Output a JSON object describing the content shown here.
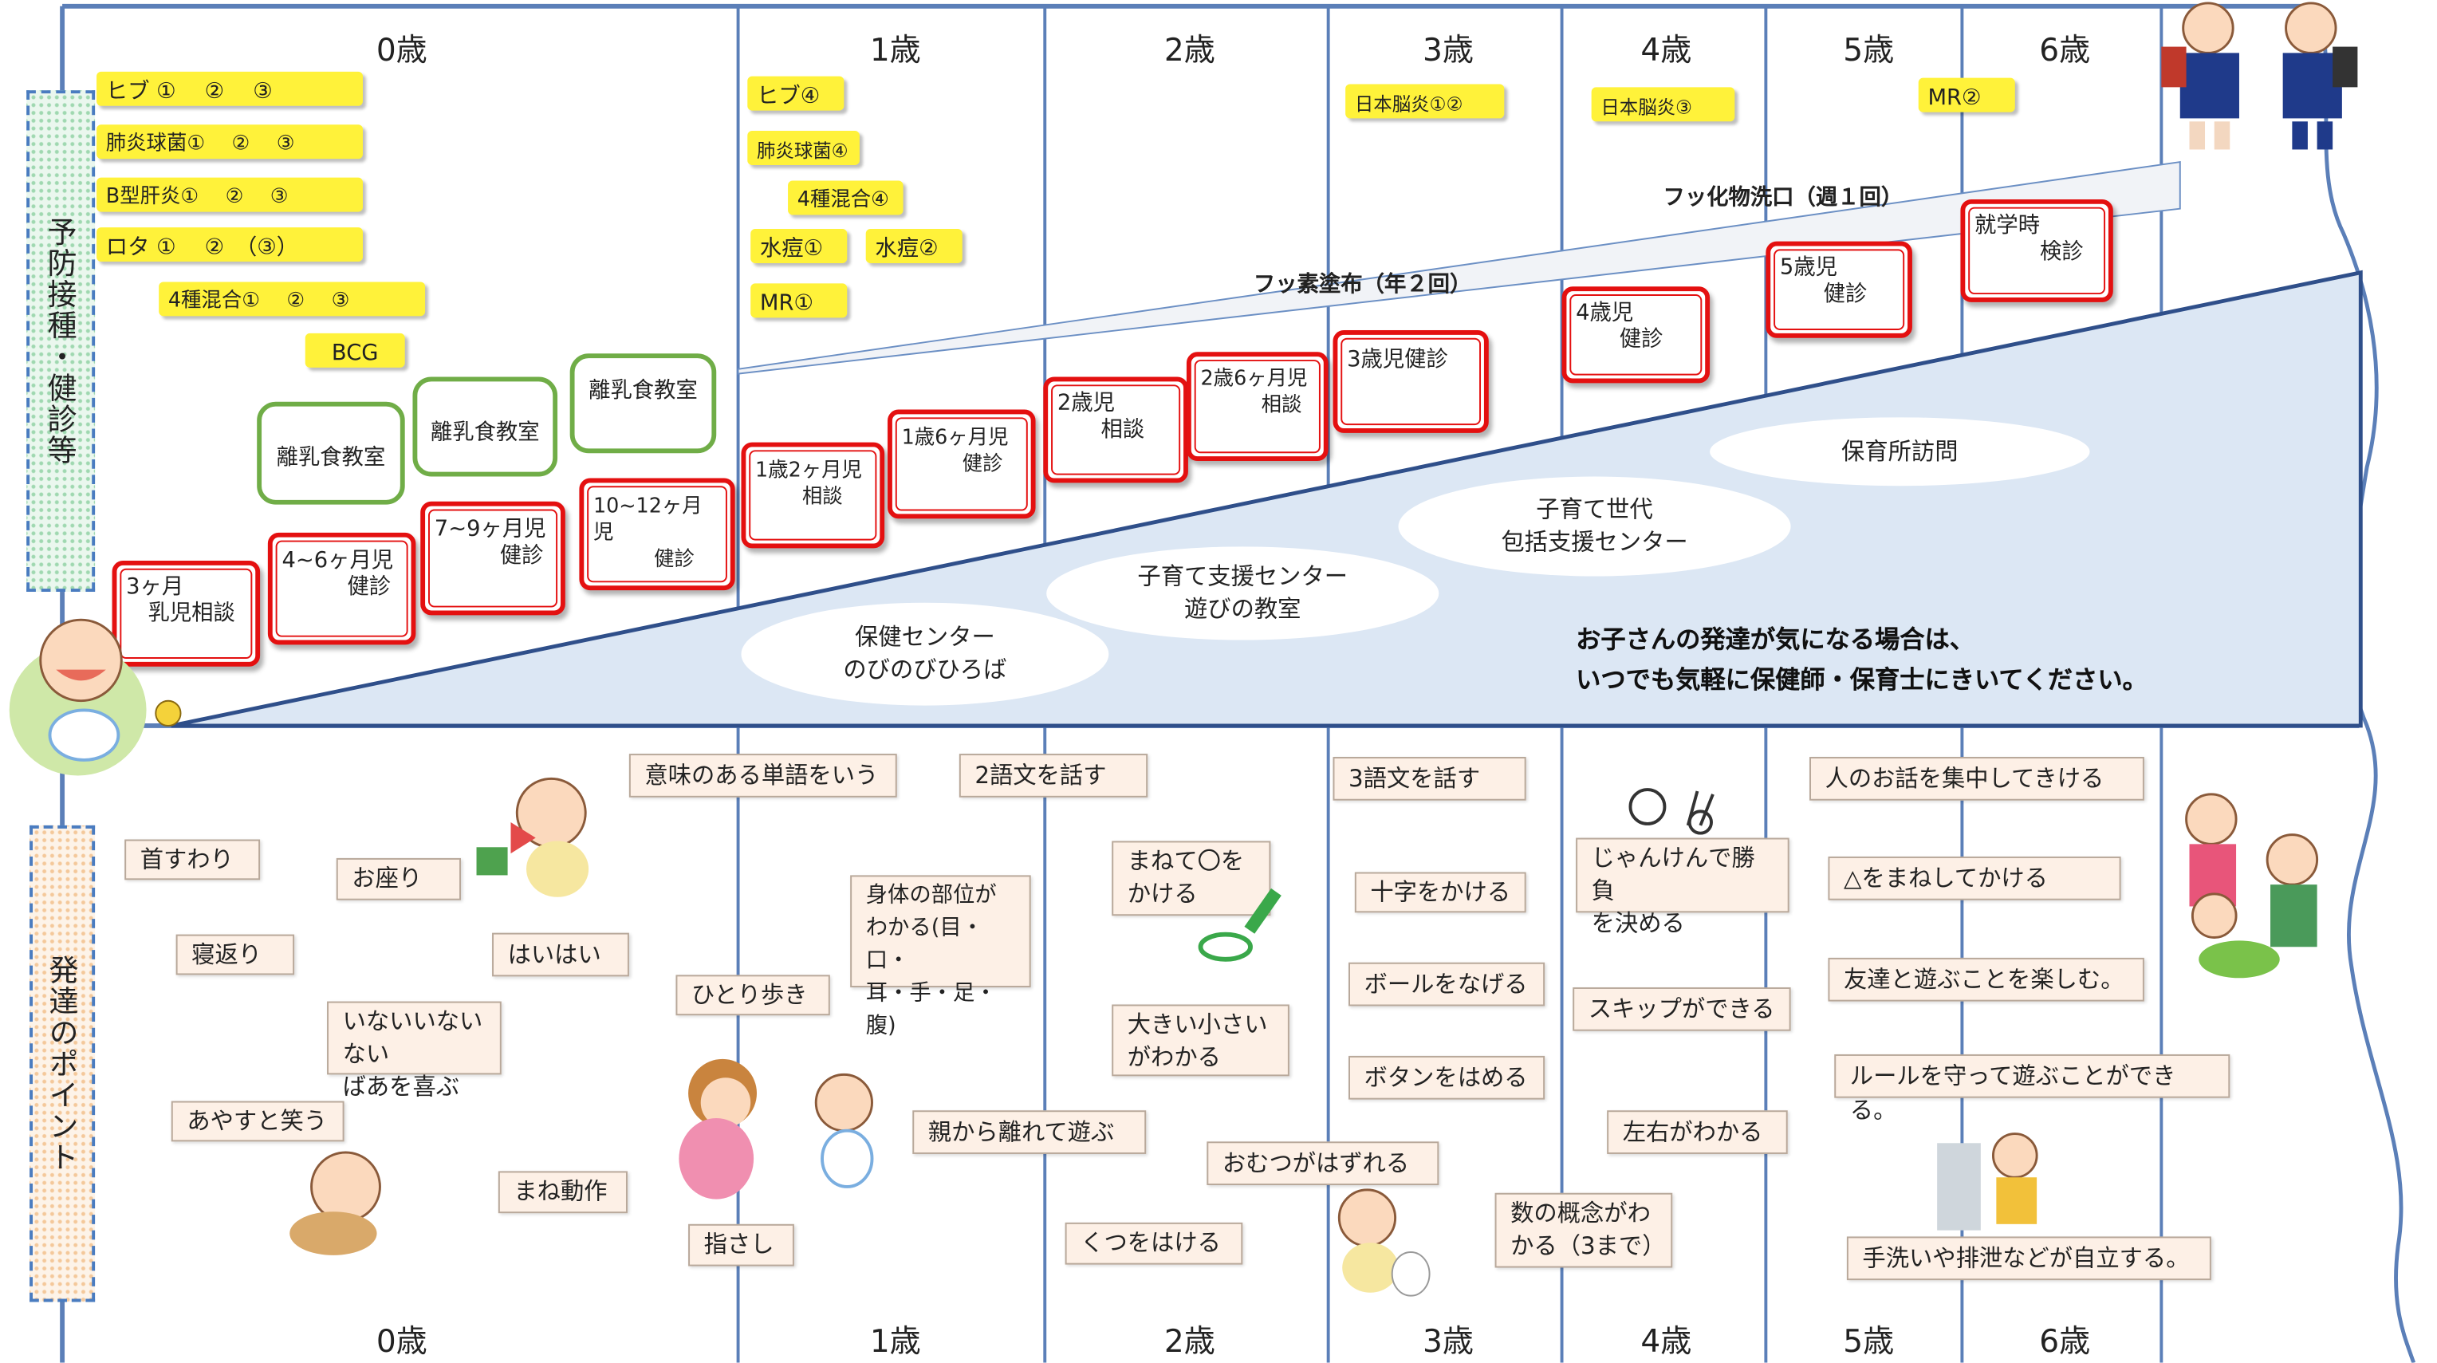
{
  "ages_top": [
    "0歳",
    "1歳",
    "2歳",
    "3歳",
    "4歳",
    "5歳",
    "6歳"
  ],
  "ages_bottom": [
    "0歳",
    "1歳",
    "2歳",
    "3歳",
    "4歳",
    "5歳",
    "6歳"
  ],
  "side_labels": {
    "vaccination": "予防接種・健診等",
    "development": "発達のポイント"
  },
  "vaccines": [
    "ヒブ ①　 ②　 ③",
    "肺炎球菌①　 ②　 ③",
    "B型肝炎①　 ②　 ③",
    "ロタ ①　 ②　（③）",
    "4種混合①　 ②　 ③",
    "BCG",
    "ヒブ④",
    "肺炎球菌④",
    "4種混合④",
    "水痘①",
    "水痘②",
    "MR①",
    "日本脳炎①②",
    "日本脳炎③",
    "MR②"
  ],
  "checkups": [
    "3ヶ月\n　乳児相談",
    "4~6ヶ月児\n　　　健診",
    "7~9ヶ月児\n　　　健診",
    "10~12ヶ月児\n　　　健診",
    "1歳2ヶ月児\n　　 相談",
    "1歳6ヶ月児\n　　　健診",
    "2歳児\n　　相談",
    "2歳6ヶ月児\n　　　相談",
    "3歳児健診",
    "4歳児\n　　健診",
    "5歳児\n　　健診",
    "就学時\n　　　検診"
  ],
  "meal_classes": [
    "離乳食教室",
    "離乳食教室",
    "離乳食教室"
  ],
  "dental": {
    "fluoride_coating": "フッ素塗布（年２回）",
    "fluoride_rinse": "フッ化物洗口（週１回）"
  },
  "support": [
    "保健センター\nのびのびひろば",
    "子育て支援センター\n遊びの教室",
    "子育て世代\n包括支援センター",
    "保育所訪問"
  ],
  "notice": "お子さんの発達が気になる場合は、\nいつでも気軽に保健師・保育士にきいてください。",
  "points": [
    "首すわり",
    "寝返り",
    "あやすと笑う",
    "お座り",
    "いないいないない\nばあを喜ぶ",
    "はいはい",
    "まね動作",
    "意味のある単語をいう",
    "ひとり歩き",
    "指さし",
    "2語文を話す",
    "身体の部位が\nわかる(目・口・\n耳・手・足・腹)",
    "親から離れて遊ぶ",
    "くつをはける",
    "まねて〇を\nかける",
    "大きい小さい\nがわかる",
    "おむつがはずれる",
    "3語文を話す",
    "十字をかける",
    "ボールをなげる",
    "ボタンをはめる",
    "じゃんけんで勝負\nを決める",
    "スキップができる",
    "左右がわかる",
    "数の概念がわ\nかる（3まで）",
    "人のお話を集中してきける",
    "△をまねしてかける",
    "友達と遊ぶことを楽しむ。",
    "ルールを守って遊ぶことができる。",
    "手洗いや排泄などが自立する。"
  ],
  "colors": {
    "grid": "#5b7fb8",
    "wedge": "#dce7f4",
    "vaccine": "#fff23a",
    "checkup": "#e41010",
    "meal": "#70ad47",
    "point_bg": "#fdf0e6"
  }
}
